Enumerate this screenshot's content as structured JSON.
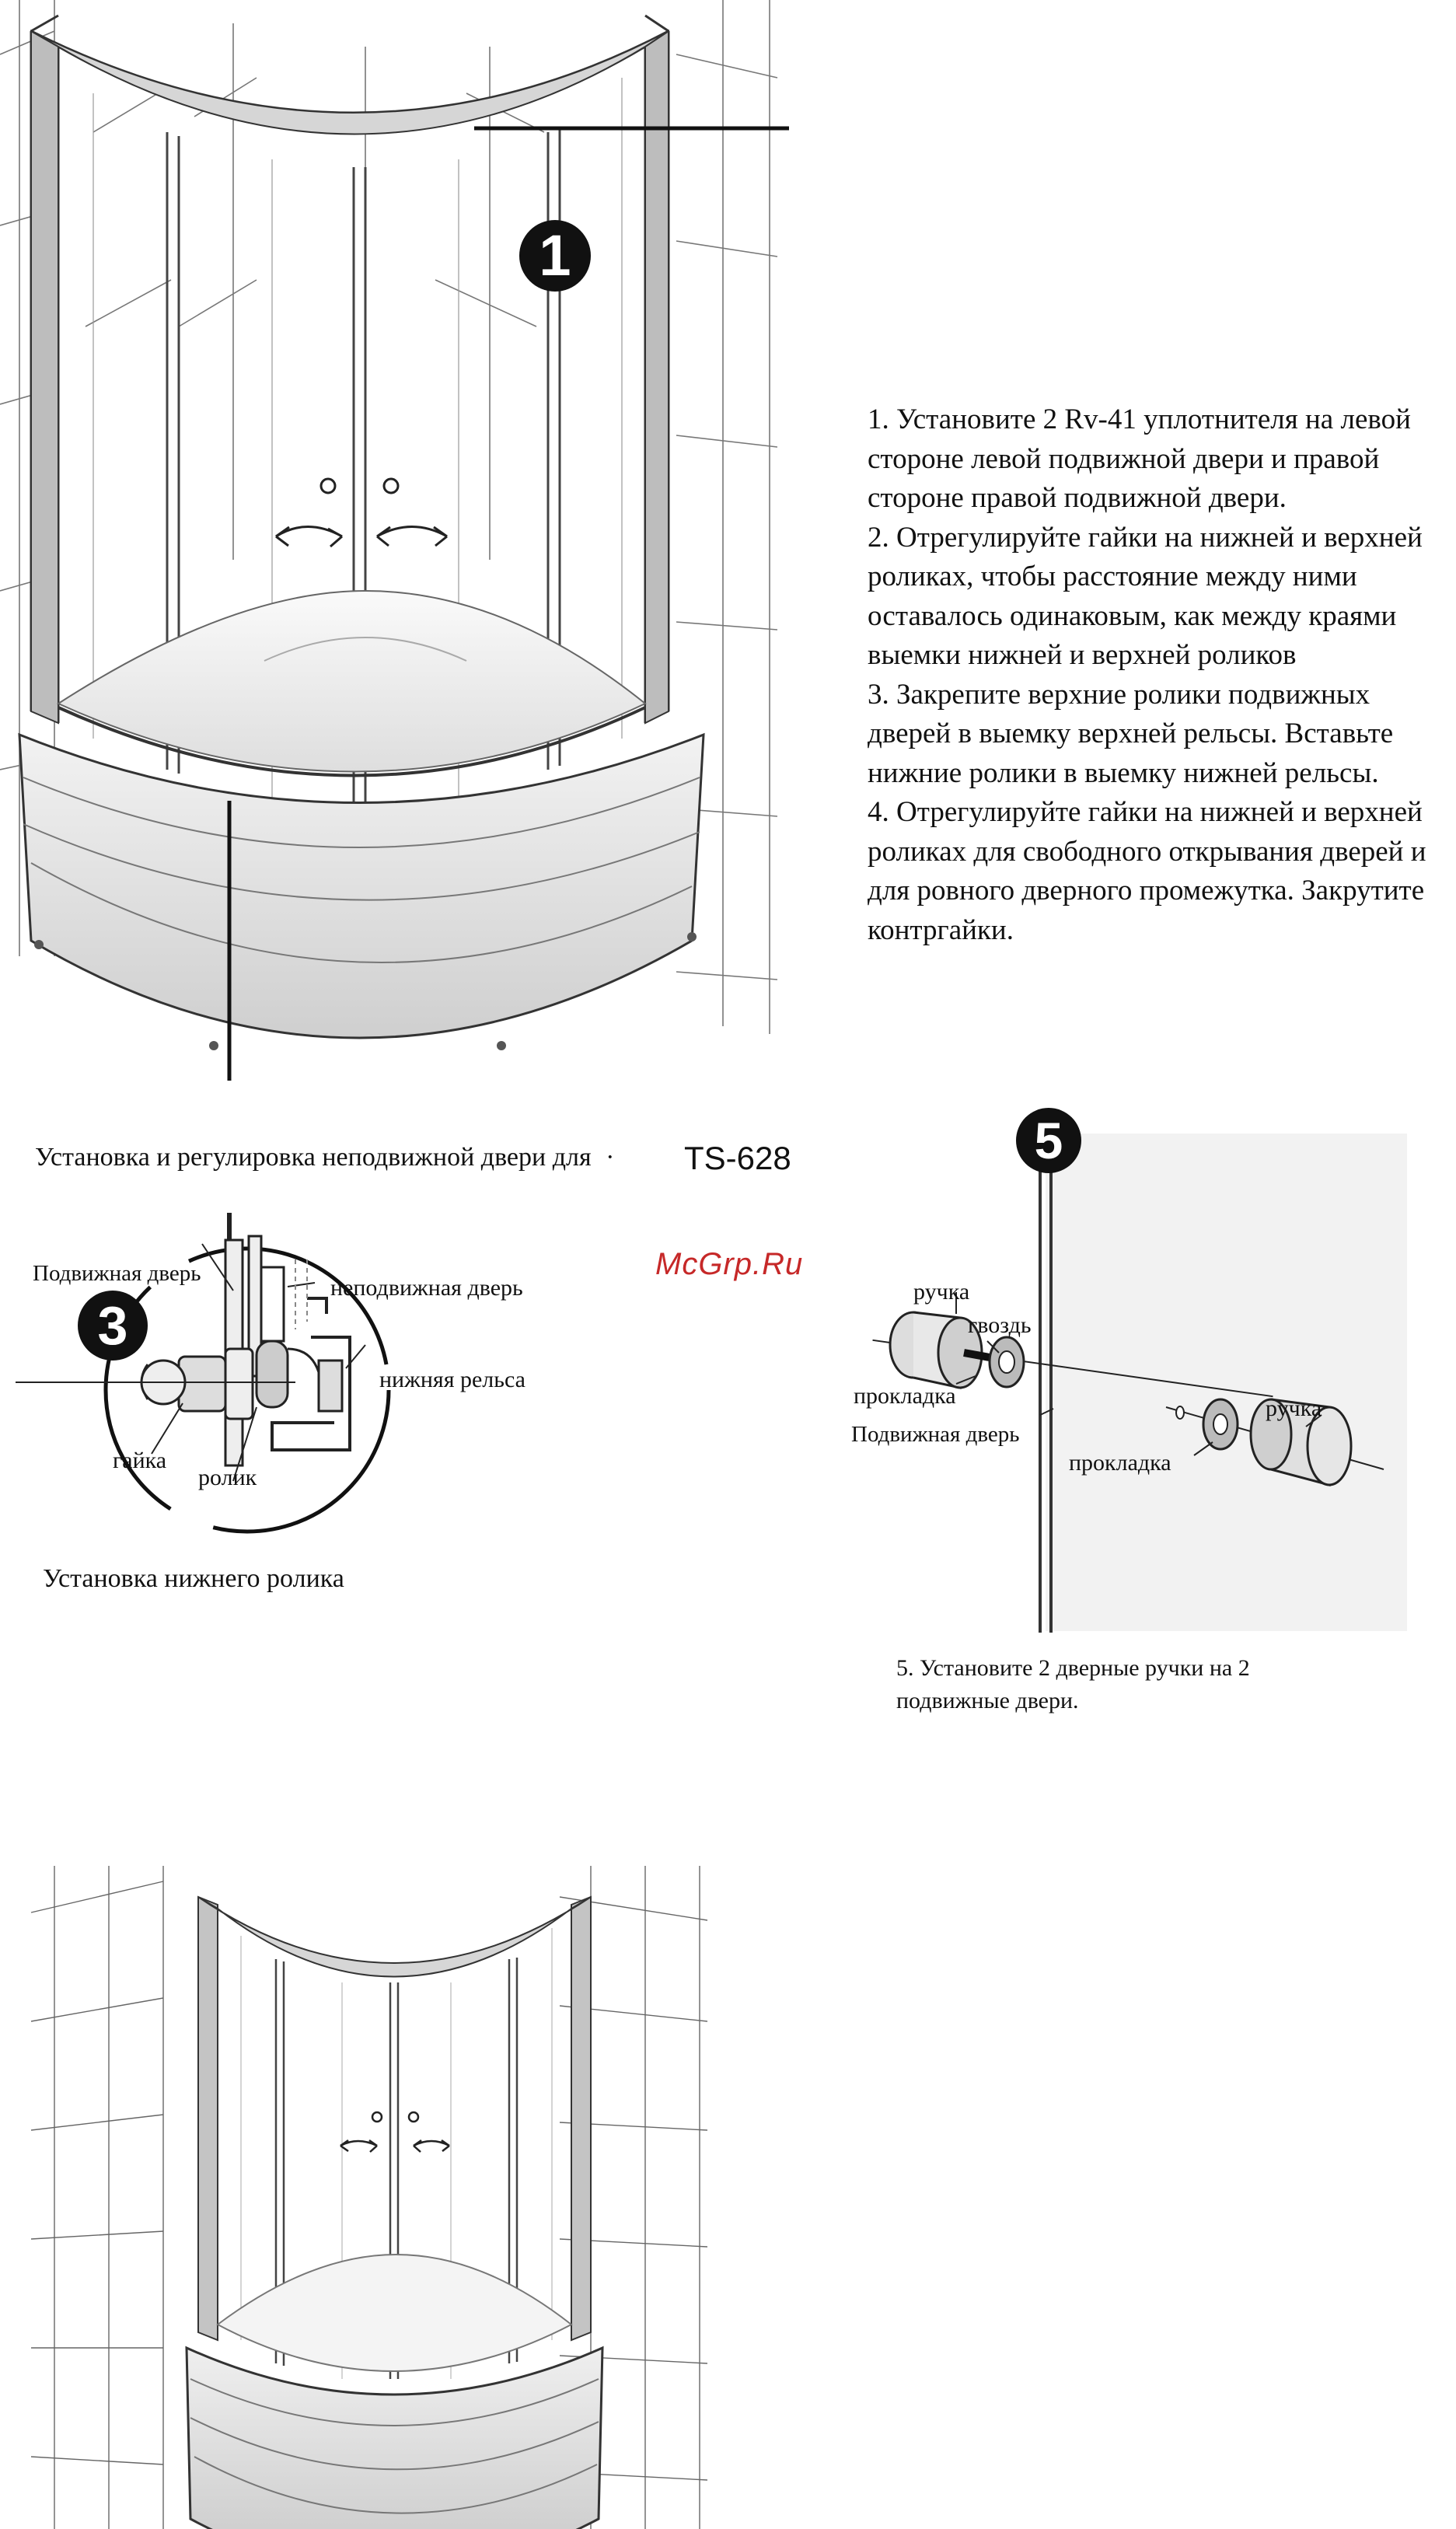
{
  "instructions": {
    "steps": [
      "1. Установите 2 Rv-41 уплотнителя на левой стороне левой подвижной двери и правой стороне правой подвижной двери.",
      "2. Отрегулируйте гайки на нижней и верхней роликах, чтобы расстояние между ними оставалось одинаковым, как между краями выемки нижней и верхней роликов",
      "3.  Закрепите верхние ролики подвижных дверей в выемку верхней рельсы. Вставьте нижние ролики в выемку нижней рельсы.",
      "4. Отрегулируйте гайки на нижней и верхней роликах для свободного открывания дверей и для ровного дверного промежутка. Закрутите контргайки."
    ]
  },
  "figure1": {
    "step_number": "1"
  },
  "fixed_door": {
    "caption": "Установка и регулировка неподвижной двери для",
    "mark": "·",
    "model": "TS-628"
  },
  "watermark": "McGrp.Ru",
  "figure3": {
    "step_number": "3",
    "labels": {
      "movable_door": "Подвижная дверь",
      "fixed_door": "неподвижная дверь",
      "bottom_rail": "нижняя рельса",
      "nut": "гайка",
      "roller": "ролик"
    },
    "caption": "Установка нижнего ролика"
  },
  "figure5": {
    "step_number": "5",
    "labels": {
      "handle_left": "ручка",
      "nail": "гвоздь",
      "gasket_left": "прокладка",
      "movable_door": "Подвижная дверь",
      "gasket_right": "прокладка",
      "handle_right": "ручка"
    },
    "instruction_line1": "5. Установите 2 дверные ручки на 2",
    "instruction_line2": "подвижные двери."
  },
  "colors": {
    "accent_badge": "#111111",
    "watermark": "#c62828",
    "line": "#333333"
  }
}
